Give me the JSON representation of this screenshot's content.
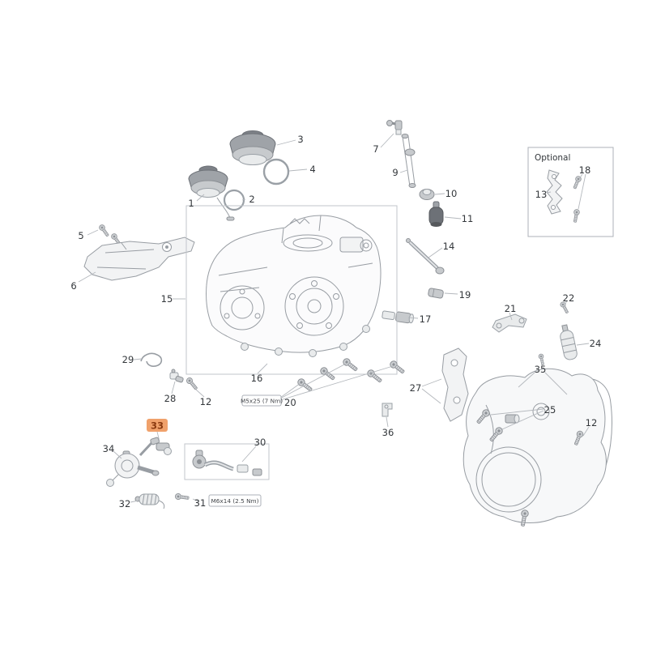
{
  "diagram": {
    "labels": {
      "n1": "1",
      "n2": "2",
      "n3": "3",
      "n4": "4",
      "n5": "5",
      "n6": "6",
      "n7": "7",
      "n9": "9",
      "n10": "10",
      "n11": "11",
      "n12": "12",
      "n13": "13",
      "n14": "14",
      "n15": "15",
      "n16": "16",
      "n17": "17",
      "n18": "18",
      "n19": "19",
      "n20": "20",
      "n21": "21",
      "n22": "22",
      "n24": "24",
      "n25": "25",
      "n27": "27",
      "n28": "28",
      "n29": "29",
      "n30": "30",
      "n31": "31",
      "n32": "32",
      "n33": "33",
      "n34": "34",
      "n35": "35",
      "n36": "36"
    },
    "notes": {
      "optional": "Optional",
      "torque_m5": "M5x25 (7 Nm)",
      "torque_m6": "M6x14 (2.5 Nm)"
    },
    "colors": {
      "highlight_bg": "#f0a16b",
      "highlight_text": "#8a3a10",
      "line": "#989da3"
    }
  }
}
